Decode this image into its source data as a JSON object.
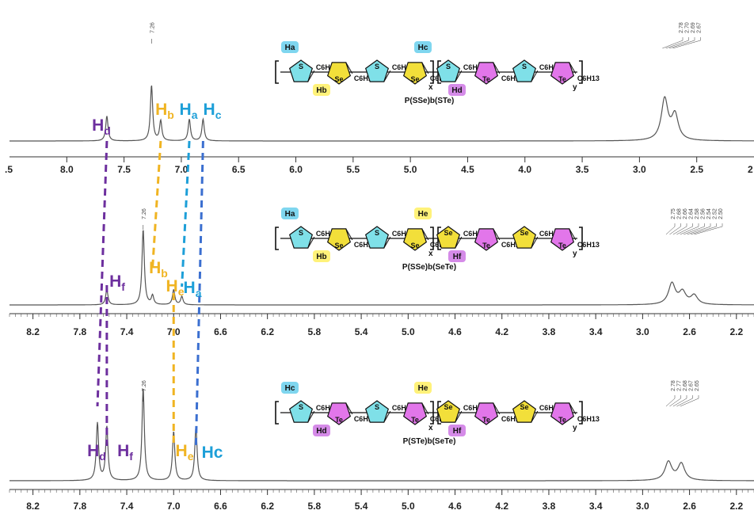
{
  "chart_data": [
    {
      "type": "line",
      "compound": "P(SSe)b(STe)",
      "x_ticks": [
        "8.0",
        "7.5",
        "7.0",
        "6.5",
        "6.0",
        "5.5",
        "5.0",
        "4.5",
        "4.0",
        "3.5",
        "3.0",
        "2.5"
      ],
      "xlim": [
        8.5,
        2.0
      ],
      "solvent_peak_label": "7.26",
      "aliphatic_peak_labels": [
        "2.78",
        "2.70",
        "2.69",
        "2.67"
      ],
      "peaks": [
        {
          "x": 7.65,
          "intensity": 0.45
        },
        {
          "x": 7.26,
          "intensity": 1.0
        },
        {
          "x": 7.18,
          "intensity": 0.36
        },
        {
          "x": 6.93,
          "intensity": 0.39
        },
        {
          "x": 6.81,
          "intensity": 0.39
        },
        {
          "x": 2.78,
          "intensity": 0.74
        },
        {
          "x": 2.69,
          "intensity": 0.45
        }
      ],
      "peak_labels": [
        {
          "main": "H",
          "sub": "d",
          "x": 7.65,
          "color": "#6d2f9e"
        },
        {
          "main": "H",
          "sub": "b",
          "x": 7.18,
          "color": "#f0b422"
        },
        {
          "main": "H",
          "sub": "a",
          "x": 6.93,
          "color": "#1d9fd8"
        },
        {
          "main": "H",
          "sub": "c",
          "x": 6.81,
          "color": "#1d9fd8"
        }
      ],
      "structure": {
        "labels": [
          {
            "text": "Ha",
            "color": "#7fd6ef"
          },
          {
            "text": "Hb",
            "color": "#fff27a"
          },
          {
            "text": "Hc",
            "color": "#7fd6ef"
          },
          {
            "text": "Hd",
            "color": "#d58be8"
          }
        ],
        "heteroatoms": [
          "S",
          "Se",
          "S",
          "Se",
          "S",
          "Te",
          "S",
          "Te"
        ],
        "block_subscripts": [
          "x",
          "y"
        ],
        "side_chain": "C6H13",
        "name": "P(SSe)b(STe)"
      }
    },
    {
      "type": "line",
      "compound": "P(SSe)b(SeTe)",
      "x_ticks": [
        "8.2",
        "7.8",
        "7.4",
        "7.0",
        "6.6",
        "6.2",
        "5.8",
        "5.4",
        "5.0",
        "4.6",
        "4.2",
        "3.8",
        "3.4",
        "3.0",
        "2.6",
        "2.2"
      ],
      "xlim": [
        8.4,
        2.05
      ],
      "solvent_peak_label": "7.26",
      "aliphatic_peak_labels": [
        "2.75",
        "2.68",
        "2.66",
        "2.64",
        "2.58",
        "2.56",
        "2.54",
        "2.52",
        "2.50"
      ],
      "peaks": [
        {
          "x": 7.57,
          "intensity": 0.2
        },
        {
          "x": 7.26,
          "intensity": 1.0
        },
        {
          "x": 7.18,
          "intensity": 0.12
        },
        {
          "x": 7.0,
          "intensity": 0.2
        },
        {
          "x": 6.93,
          "intensity": 0.11
        },
        {
          "x": 2.75,
          "intensity": 0.28
        },
        {
          "x": 2.66,
          "intensity": 0.16
        },
        {
          "x": 2.56,
          "intensity": 0.12
        }
      ],
      "peak_labels": [
        {
          "main": "H",
          "sub": "f",
          "x": 7.57,
          "color": "#6d2f9e"
        },
        {
          "main": "H",
          "sub": "e",
          "x": 7.0,
          "color": "#f0b422"
        },
        {
          "main": "H",
          "sub": "b",
          "x": 7.18,
          "color": "#f0b422"
        },
        {
          "main": "H",
          "sub": "a",
          "x": 6.93,
          "color": "#1d9fd8"
        }
      ],
      "structure": {
        "labels": [
          {
            "text": "Ha",
            "color": "#7fd6ef"
          },
          {
            "text": "Hb",
            "color": "#fff27a"
          },
          {
            "text": "He",
            "color": "#fff27a"
          },
          {
            "text": "Hf",
            "color": "#d58be8"
          }
        ],
        "heteroatoms": [
          "S",
          "Se",
          "S",
          "Se",
          "Se",
          "Te",
          "Se",
          "Te"
        ],
        "block_subscripts": [
          "x",
          "y"
        ],
        "side_chain": "C6H13",
        "name": "P(SSe)b(SeTe)"
      }
    },
    {
      "type": "line",
      "compound": "P(STe)b(SeTe)",
      "x_ticks": [
        "8.2",
        "7.8",
        "7.4",
        "7.0",
        "6.6",
        "6.2",
        "5.8",
        "5.4",
        "5.0",
        "4.6",
        "4.2",
        "3.8",
        "3.4",
        "3.0",
        "2.6",
        "2.2"
      ],
      "xlim": [
        8.4,
        2.05
      ],
      "solvent_peak_label": "7.26",
      "aliphatic_peak_labels": [
        "2.78",
        "2.77",
        "2.68",
        "2.67",
        "2.65"
      ],
      "peaks": [
        {
          "x": 7.65,
          "intensity": 0.62
        },
        {
          "x": 7.57,
          "intensity": 0.58
        },
        {
          "x": 7.26,
          "intensity": 1.0
        },
        {
          "x": 7.0,
          "intensity": 0.53
        },
        {
          "x": 6.81,
          "intensity": 0.58
        },
        {
          "x": 2.78,
          "intensity": 0.2
        },
        {
          "x": 2.67,
          "intensity": 0.18
        }
      ],
      "peak_labels": [
        {
          "main": "H",
          "sub": "d",
          "x": 7.65,
          "color": "#6d2f9e"
        },
        {
          "main": "H",
          "sub": "f",
          "x": 7.57,
          "color": "#6d2f9e"
        },
        {
          "main": "H",
          "sub": "e",
          "x": 7.0,
          "color": "#f0b422"
        },
        {
          "main": "Hc",
          "sub": "",
          "x": 6.81,
          "color": "#1d9fd8"
        }
      ],
      "structure": {
        "labels": [
          {
            "text": "Hc",
            "color": "#7fd6ef"
          },
          {
            "text": "Hd",
            "color": "#d58be8"
          },
          {
            "text": "He",
            "color": "#fff27a"
          },
          {
            "text": "Hf",
            "color": "#d58be8"
          }
        ],
        "heteroatoms": [
          "S",
          "Te",
          "S",
          "Te",
          "Se",
          "Te",
          "Se",
          "Te"
        ],
        "block_subscripts": [
          "x",
          "y"
        ],
        "side_chain": "C6H13",
        "name": "P(STe)b(SeTe)"
      }
    }
  ],
  "colors": {
    "trace": "#555555",
    "purple": "#6d2f9e",
    "yellow": "#f0b422",
    "blue": "#1d9fd8",
    "thiophene": "#7fe0e8",
    "selenophene": "#f2df3a",
    "tellurophene": "#e276ea"
  }
}
